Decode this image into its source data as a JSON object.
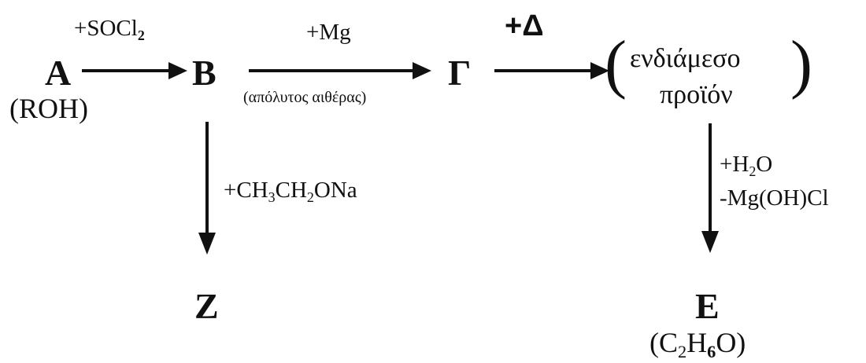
{
  "nodes": {
    "a": {
      "label": "A",
      "formula": "(ROH)"
    },
    "b": {
      "label": "B"
    },
    "g": {
      "label": "Γ"
    },
    "z": {
      "label": "Z"
    },
    "e": {
      "label": "E",
      "formula_pre": "(C",
      "formula_sub1": "2",
      "formula_mid": "H",
      "formula_sub2": "6",
      "formula_post": "O)"
    },
    "intermediate": {
      "open_paren": "(",
      "line1": "ενδιάμεσο",
      "line2": "προϊόν",
      "close_paren": ")"
    }
  },
  "arrows": {
    "a_to_b": {
      "reagent_pre": "+SOCl",
      "reagent_sub": "2"
    },
    "b_to_g": {
      "reagent": "+Mg",
      "condition": "(απόλυτος αιθέρας)"
    },
    "g_to_intermediate": {
      "reagent": "+Δ"
    },
    "b_to_z": {
      "reagent_pre": "+CH",
      "reagent_sub1": "3",
      "reagent_mid": "CH",
      "reagent_sub2": "2",
      "reagent_post": "ONa"
    },
    "intermediate_to_e": {
      "reagent1_pre": "+H",
      "reagent1_sub": "2",
      "reagent1_post": "O",
      "reagent2": "-Mg(OH)Cl"
    }
  },
  "colors": {
    "ink": "#111111",
    "background": "#ffffff"
  }
}
